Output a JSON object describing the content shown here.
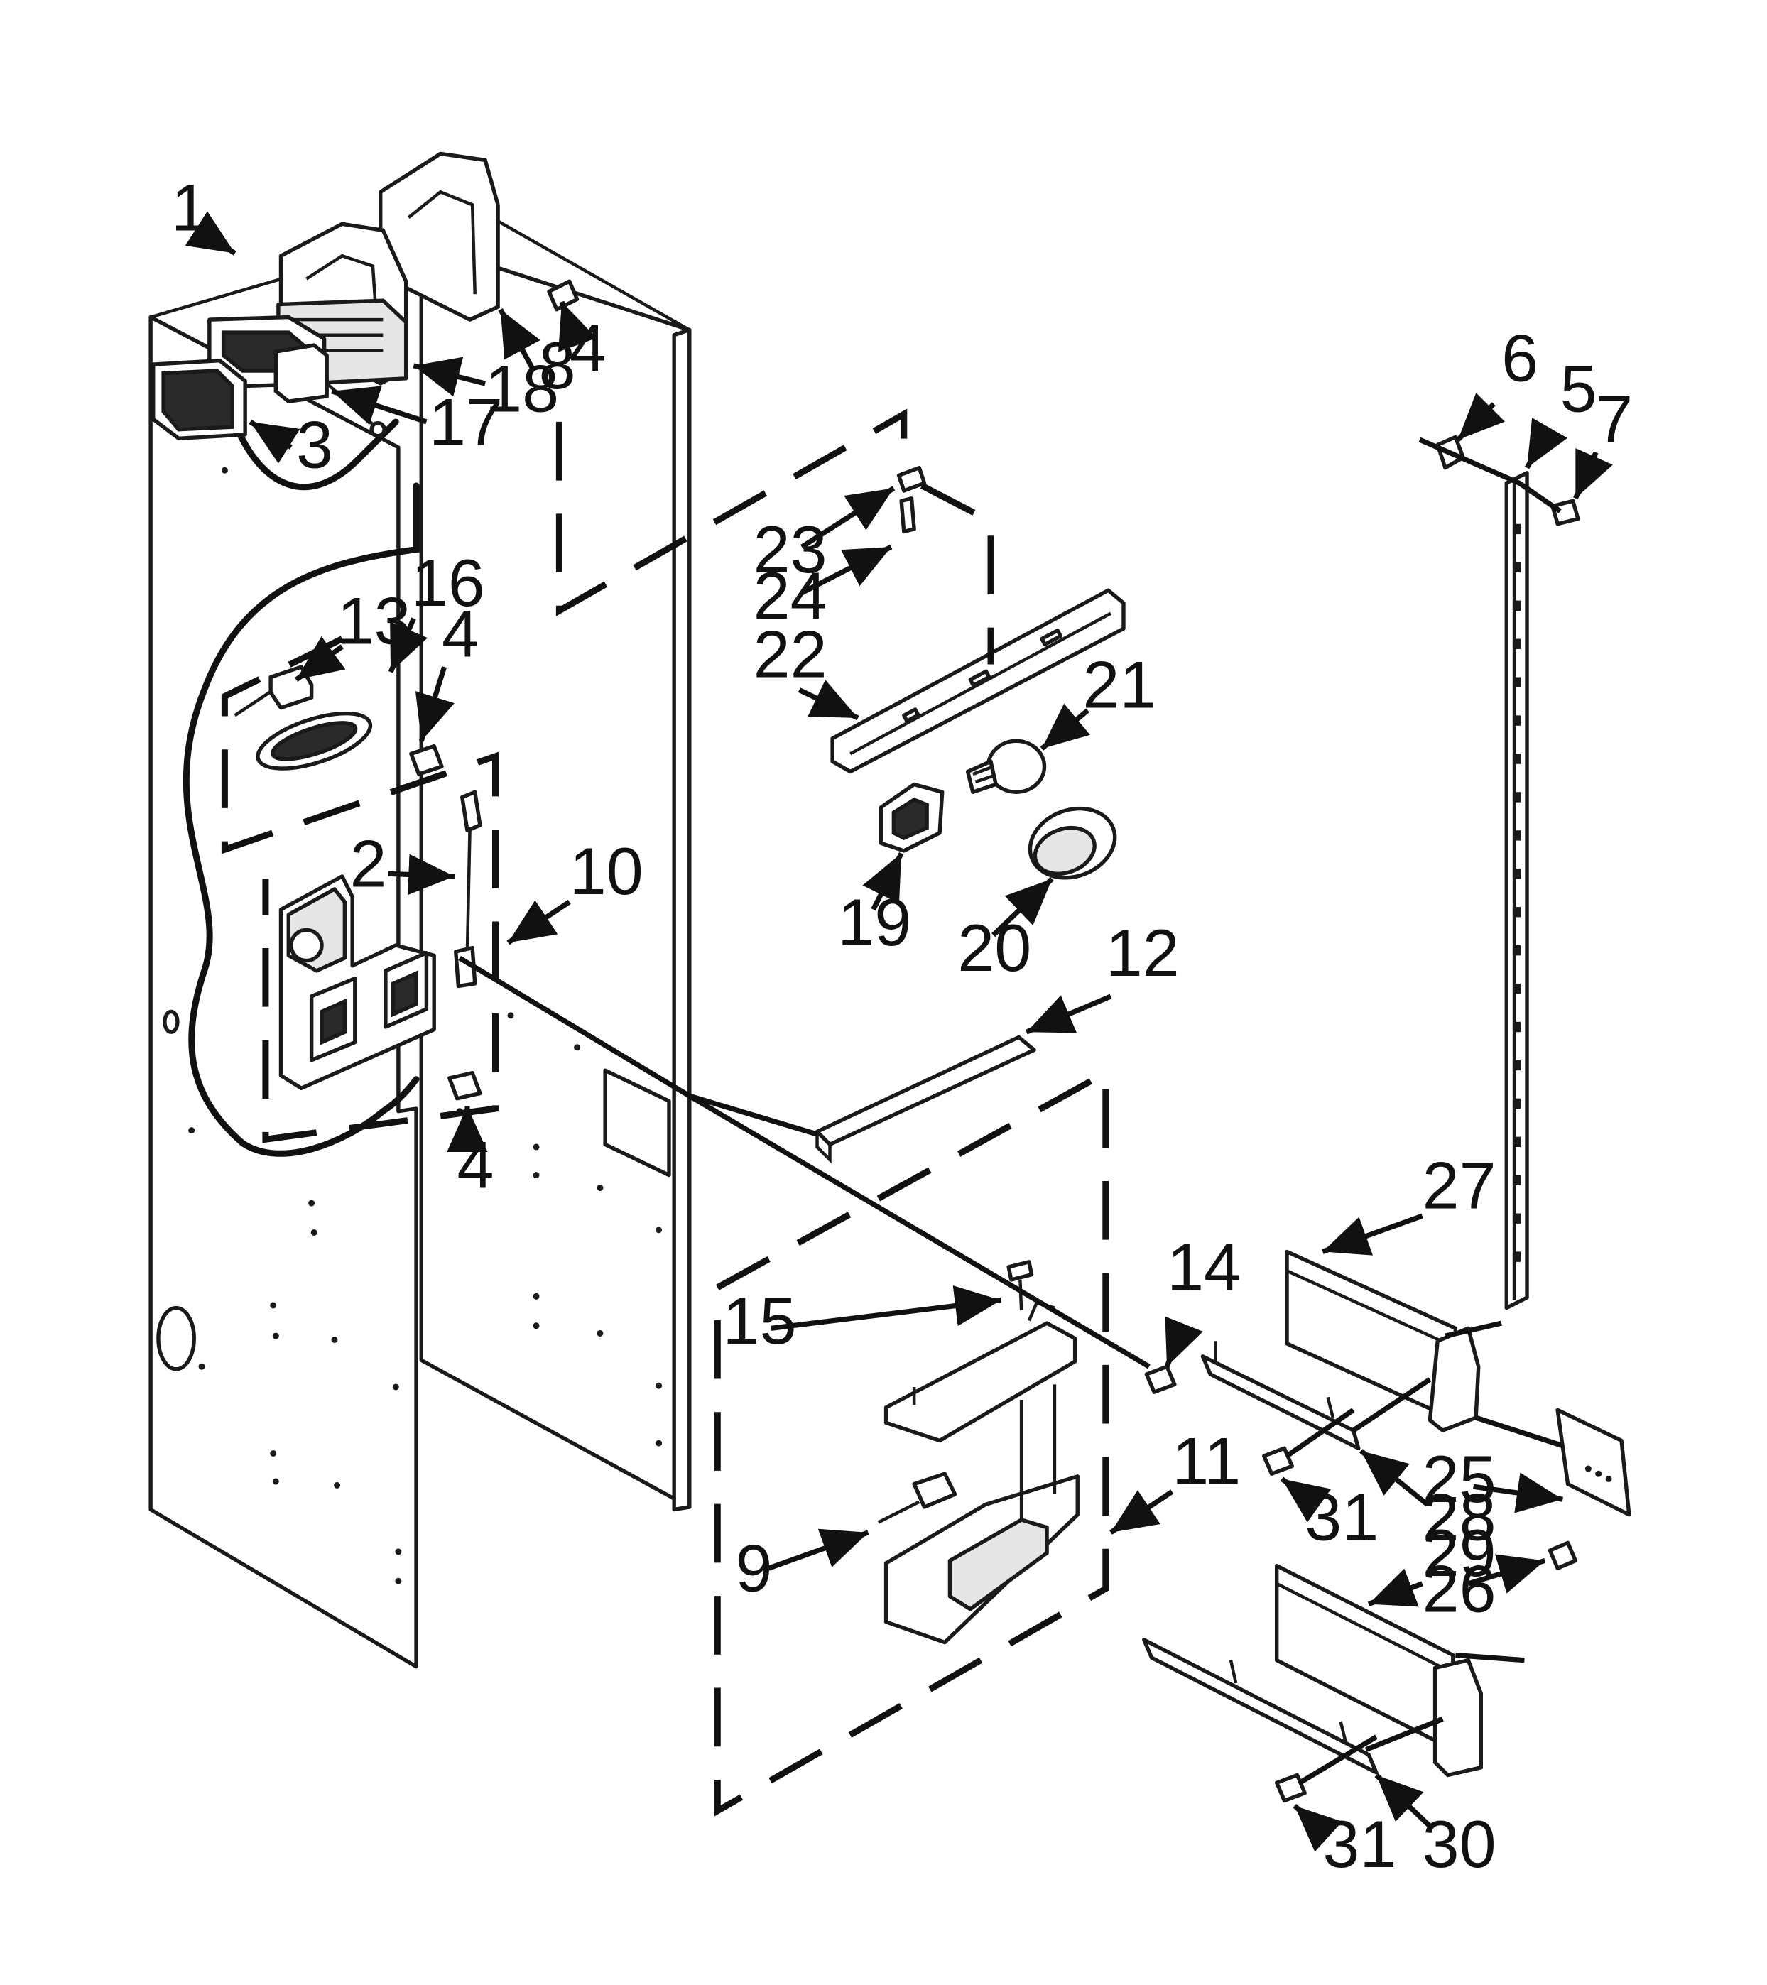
{
  "figure": {
    "background": "#ffffff",
    "ink": "#111111"
  },
  "callouts": [
    {
      "id": "c1",
      "text": "1"
    },
    {
      "id": "c2",
      "text": "2"
    },
    {
      "id": "c3",
      "text": "3"
    },
    {
      "id": "c4a",
      "text": "4"
    },
    {
      "id": "c4b",
      "text": "4"
    },
    {
      "id": "c4c",
      "text": "4"
    },
    {
      "id": "c5",
      "text": "5"
    },
    {
      "id": "c6",
      "text": "6"
    },
    {
      "id": "c7",
      "text": "7"
    },
    {
      "id": "c8",
      "text": "8"
    },
    {
      "id": "c9",
      "text": "9"
    },
    {
      "id": "c10",
      "text": "10"
    },
    {
      "id": "c11",
      "text": "11"
    },
    {
      "id": "c12",
      "text": "12"
    },
    {
      "id": "c13",
      "text": "13"
    },
    {
      "id": "c14",
      "text": "14"
    },
    {
      "id": "c15",
      "text": "15"
    },
    {
      "id": "c16",
      "text": "16"
    },
    {
      "id": "c17",
      "text": "17"
    },
    {
      "id": "c18",
      "text": "18"
    },
    {
      "id": "c19",
      "text": "19"
    },
    {
      "id": "c20",
      "text": "20"
    },
    {
      "id": "c21",
      "text": "21"
    },
    {
      "id": "c22",
      "text": "22"
    },
    {
      "id": "c23",
      "text": "23"
    },
    {
      "id": "c24",
      "text": "24"
    },
    {
      "id": "c25",
      "text": "25"
    },
    {
      "id": "c26",
      "text": "26"
    },
    {
      "id": "c27",
      "text": "27"
    },
    {
      "id": "c28",
      "text": "28"
    },
    {
      "id": "c29",
      "text": "29"
    },
    {
      "id": "c30",
      "text": "30"
    },
    {
      "id": "c31a",
      "text": "31"
    },
    {
      "id": "c31b",
      "text": "31"
    }
  ]
}
